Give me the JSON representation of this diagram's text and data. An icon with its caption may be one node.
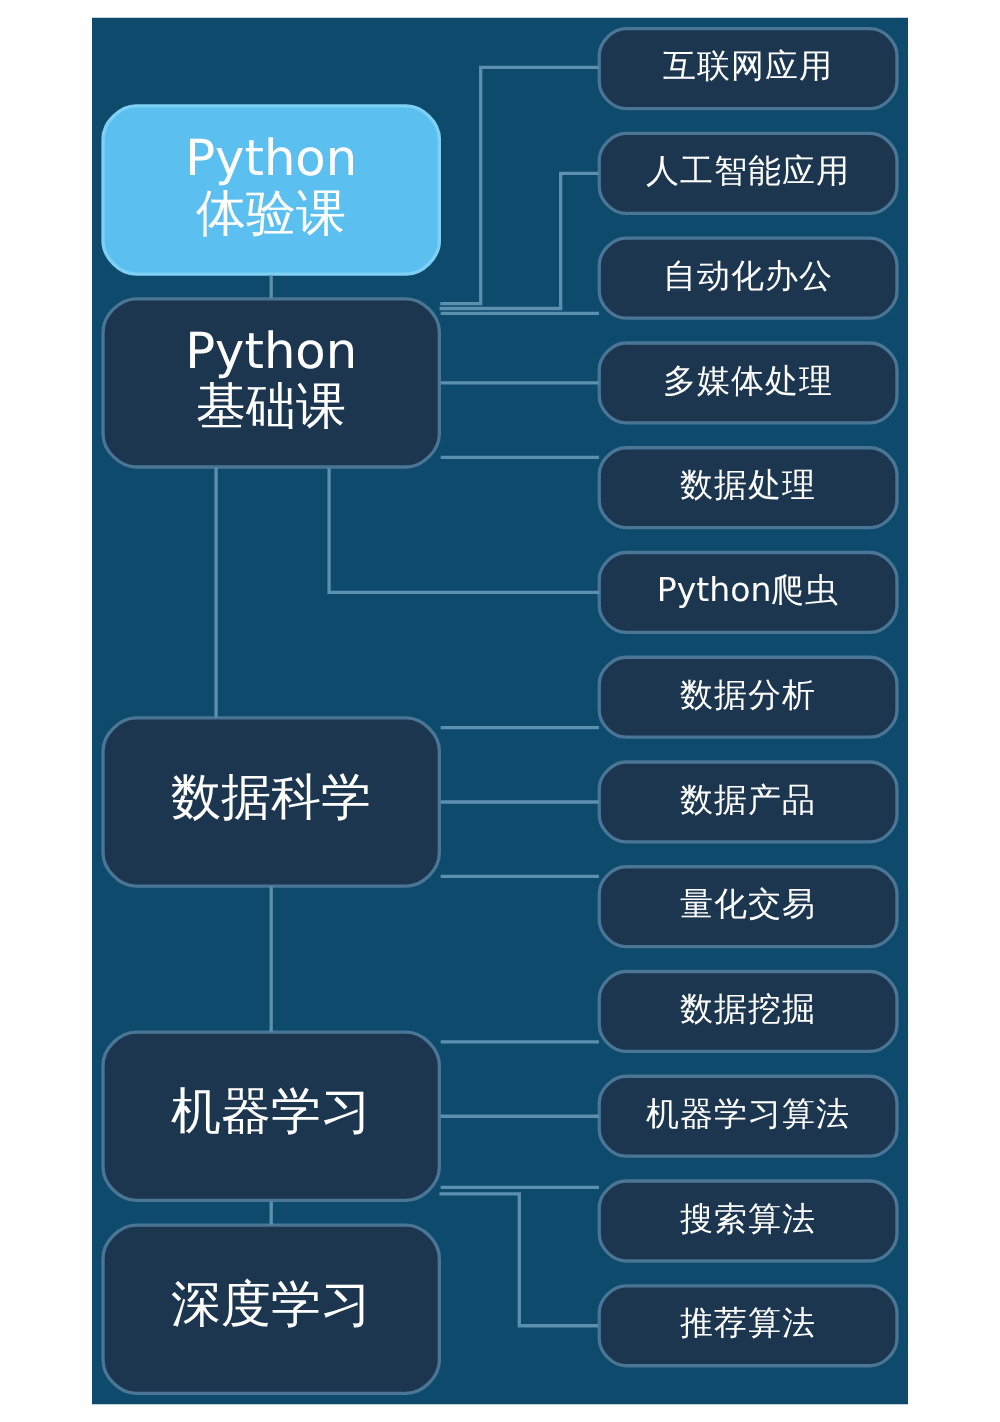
{
  "diagram": {
    "nodes": [
      {
        "text": [
          "Python",
          "体验课"
        ]
      },
      {
        "text": [
          "Python",
          "基础课"
        ]
      },
      {
        "text": [
          "互联网应用"
        ]
      },
      {
        "text": [
          "人工智能应用"
        ]
      },
      {
        "text": [
          "自动化办公"
        ]
      },
      {
        "text": [
          "多媒体处理"
        ]
      },
      {
        "text": [
          "数据处理"
        ]
      },
      {
        "text": [
          "Python爬虫"
        ]
      },
      {
        "text": [
          "数据科学"
        ]
      },
      {
        "text": [
          "数据分析"
        ]
      },
      {
        "text": [
          "数据产品"
        ]
      },
      {
        "text": [
          "量化交易"
        ]
      },
      {
        "text": [
          "机器学习"
        ]
      },
      {
        "text": [
          "数据挖掘"
        ]
      },
      {
        "text": [
          "机器学习算法"
        ]
      },
      {
        "text": [
          "搜索算法"
        ]
      },
      {
        "text": [
          "推荐算法"
        ]
      },
      {
        "text": [
          "深度学习"
        ]
      }
    ],
    "edges": [
      {
        "from": 0,
        "to": 1,
        "arrow": "none"
      },
      {
        "from": 1,
        "to": 2,
        "arrow": "none"
      },
      {
        "from": 1,
        "to": 3,
        "arrow": "none"
      },
      {
        "from": 1,
        "to": 4,
        "arrow": "none"
      },
      {
        "from": 1,
        "to": 5,
        "arrow": "none"
      },
      {
        "from": 1,
        "to": 6,
        "arrow": "none"
      },
      {
        "from": 1,
        "to": 7,
        "arrow": "none"
      },
      {
        "from": 1,
        "to": 8,
        "arrow": "none"
      },
      {
        "from": 8,
        "to": 9,
        "arrow": "none"
      },
      {
        "from": 8,
        "to": 10,
        "arrow": "none"
      },
      {
        "from": 8,
        "to": 11,
        "arrow": "none"
      },
      {
        "from": 8,
        "to": 12,
        "arrow": "none"
      },
      {
        "from": 12,
        "to": 13,
        "arrow": "none"
      },
      {
        "from": 12,
        "to": 14,
        "arrow": "none"
      },
      {
        "from": 12,
        "to": 15,
        "arrow": "none"
      },
      {
        "from": 12,
        "to": 16,
        "arrow": "none"
      },
      {
        "from": 12,
        "to": 17,
        "arrow": "none"
      }
    ]
  }
}
